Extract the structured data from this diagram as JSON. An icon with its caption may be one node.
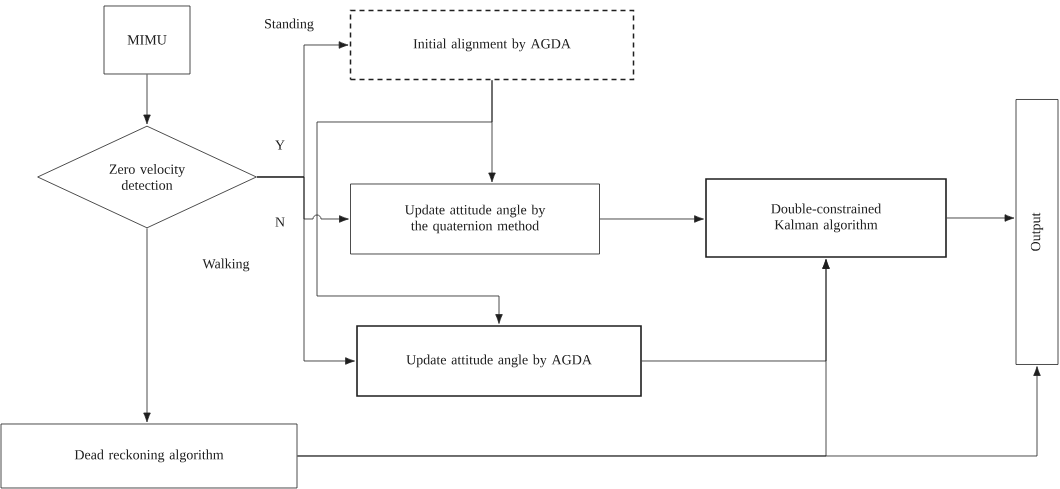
{
  "diagram": {
    "nodes": [
      {
        "text": [
          "MIMU"
        ]
      },
      {
        "text": [
          "Zero velocity detection"
        ]
      },
      {
        "text": [
          "Initial alignment by AGDA"
        ]
      },
      {
        "text": [
          "Update attitude angle by the quaternion method"
        ]
      },
      {
        "text": [
          "Double-constrained Kalman algorithm"
        ]
      },
      {
        "text": [
          "Output"
        ]
      },
      {
        "text": [
          "Update attitude angle by AGDA"
        ]
      },
      {
        "text": [
          "Dead reckoning algorithm"
        ]
      }
    ],
    "edges": [
      {
        "from": 0,
        "to": 1,
        "arrow": "to"
      },
      {
        "from": 1,
        "to": 2,
        "arrow": "to"
      },
      {
        "from": 1,
        "to": 3,
        "arrow": "to"
      },
      {
        "from": 1,
        "to": 6,
        "arrow": "to"
      },
      {
        "from": 2,
        "to": 3,
        "arrow": "to"
      },
      {
        "from": 2,
        "to": 6,
        "arrow": "to"
      },
      {
        "from": 3,
        "to": 4,
        "arrow": "to"
      },
      {
        "from": 4,
        "to": 5,
        "arrow": "to"
      },
      {
        "from": 6,
        "to": 4,
        "arrow": "to"
      },
      {
        "from": 1,
        "to": 7,
        "arrow": "to"
      },
      {
        "from": 7,
        "to": 4,
        "arrow": "to"
      },
      {
        "from": 7,
        "to": 5,
        "arrow": "to"
      }
    ],
    "labels": [
      "Standing",
      "Y",
      "N",
      "Walking"
    ]
  }
}
